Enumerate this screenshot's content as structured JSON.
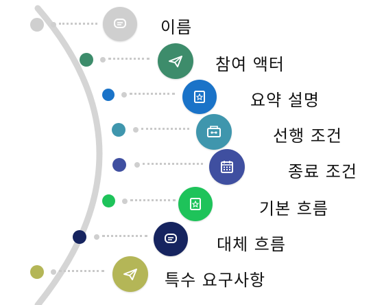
{
  "items": [
    {
      "label": "이름",
      "color": "#cfcfcf",
      "icon": "chat-icon"
    },
    {
      "label": "참여 액터",
      "color": "#3d8c6b",
      "icon": "paper-plane-icon"
    },
    {
      "label": "요약 설명",
      "color": "#1a73c8",
      "icon": "star-box-icon"
    },
    {
      "label": "선행 조건",
      "color": "#3f96ad",
      "icon": "cassette-icon"
    },
    {
      "label": "종료 조건",
      "color": "#3f4fa0",
      "icon": "calendar-icon"
    },
    {
      "label": "기본 흐름",
      "color": "#1ec35a",
      "icon": "star-box-icon"
    },
    {
      "label": "대체 흐름",
      "color": "#16245f",
      "icon": "chat-icon"
    },
    {
      "label": "특수 요구사항",
      "color": "#b4b657",
      "icon": "paper-plane-icon"
    }
  ]
}
